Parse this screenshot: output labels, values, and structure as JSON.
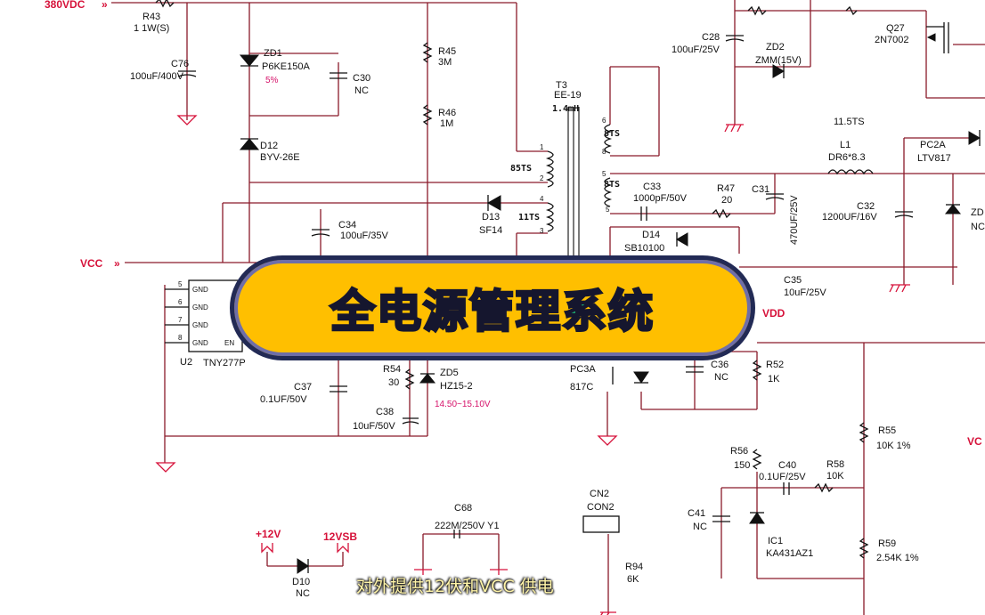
{
  "banner": {
    "title": "全电源管理系统"
  },
  "subtitle": "对外提供12伏和VCC 供电",
  "colors": {
    "banner_bg": "#ffbf00",
    "banner_text": "#1fe08a",
    "banner_border": "#222a55",
    "net_red": "#d6123a"
  },
  "nets": {
    "v380": "380VDC",
    "vcc": "VCC",
    "vdd": "VDD",
    "p12v": "+12V",
    "v12sb": "12VSB",
    "vc_right": "VC"
  },
  "components": {
    "r43": {
      "ref": "R43",
      "value": "1 1W(S)"
    },
    "c76": {
      "ref": "C76",
      "value": "100uF/400V"
    },
    "zd1": {
      "ref": "ZD1",
      "value": "P6KE150A",
      "tol": "5%"
    },
    "c30": {
      "ref": "C30",
      "value": "NC"
    },
    "d12": {
      "ref": "D12",
      "value": "BYV-26E"
    },
    "r45": {
      "ref": "R45",
      "value": "3M"
    },
    "r46": {
      "ref": "R46",
      "value": "1M"
    },
    "t3": {
      "ref": "T3",
      "value": "EE-19",
      "ind": "1.4mH",
      "w85": "85TS",
      "w11": "11TS",
      "w8a": "8TS",
      "w8b": "8TS"
    },
    "d13": {
      "ref": "D13",
      "value": "SF14"
    },
    "c34": {
      "ref": "C34",
      "value": "100uF/35V"
    },
    "c28": {
      "ref": "C28",
      "value": "100uF/25V"
    },
    "zd2": {
      "ref": "ZD2",
      "value": "ZMM(15V)"
    },
    "q27": {
      "ref": "Q27",
      "value": "2N7002"
    },
    "l1": {
      "ref": "L1",
      "turns": "11.5TS",
      "value": "DR6*8.3"
    },
    "pc2a": {
      "ref": "PC2A",
      "value": "LTV817"
    },
    "c33": {
      "ref": "C33",
      "value": "1000pF/50V"
    },
    "r47": {
      "ref": "R47",
      "value": "20"
    },
    "c31": {
      "ref": "C31",
      "value": "470UF/25V"
    },
    "c32": {
      "ref": "C32",
      "value": "1200UF/16V"
    },
    "zd_right": {
      "ref": "ZD",
      "value": "NC"
    },
    "d14": {
      "ref": "D14",
      "value": "SB10100"
    },
    "c35": {
      "ref": "C35",
      "value": "10uF/25V"
    },
    "u2": {
      "ref": "U2",
      "value": "TNY277P",
      "pins": [
        "5",
        "6",
        "7",
        "8"
      ],
      "pin_label": "GND",
      "en": "EN"
    },
    "c37": {
      "ref": "C37",
      "value": "0.1UF/50V"
    },
    "r54": {
      "ref": "R54",
      "value": "30"
    },
    "zd5": {
      "ref": "ZD5",
      "value": "HZ15-2",
      "range": "14.50~15.10V"
    },
    "c38": {
      "ref": "C38",
      "value": "10uF/50V"
    },
    "pc3a": {
      "ref": "PC3A",
      "value": "817C"
    },
    "c36": {
      "ref": "C36",
      "value": "NC"
    },
    "r52": {
      "ref": "R52",
      "value": "1K"
    },
    "r55": {
      "ref": "R55",
      "value": "10K 1%"
    },
    "r56": {
      "ref": "R56",
      "value": "150"
    },
    "c40": {
      "ref": "C40",
      "value": "0.1UF/25V"
    },
    "r58": {
      "ref": "R58",
      "value": "10K"
    },
    "c41": {
      "ref": "C41",
      "value": "NC"
    },
    "ic1": {
      "ref": "IC1",
      "value": "KA431AZ1"
    },
    "r59": {
      "ref": "R59",
      "value": "2.54K 1%"
    },
    "c68": {
      "ref": "C68",
      "value": "222M/250V Y1"
    },
    "cn2": {
      "ref": "CN2",
      "value": "CON2"
    },
    "d10": {
      "ref": "D10",
      "value": "NC"
    },
    "r94": {
      "ref": "R94",
      "value": "6K"
    }
  }
}
